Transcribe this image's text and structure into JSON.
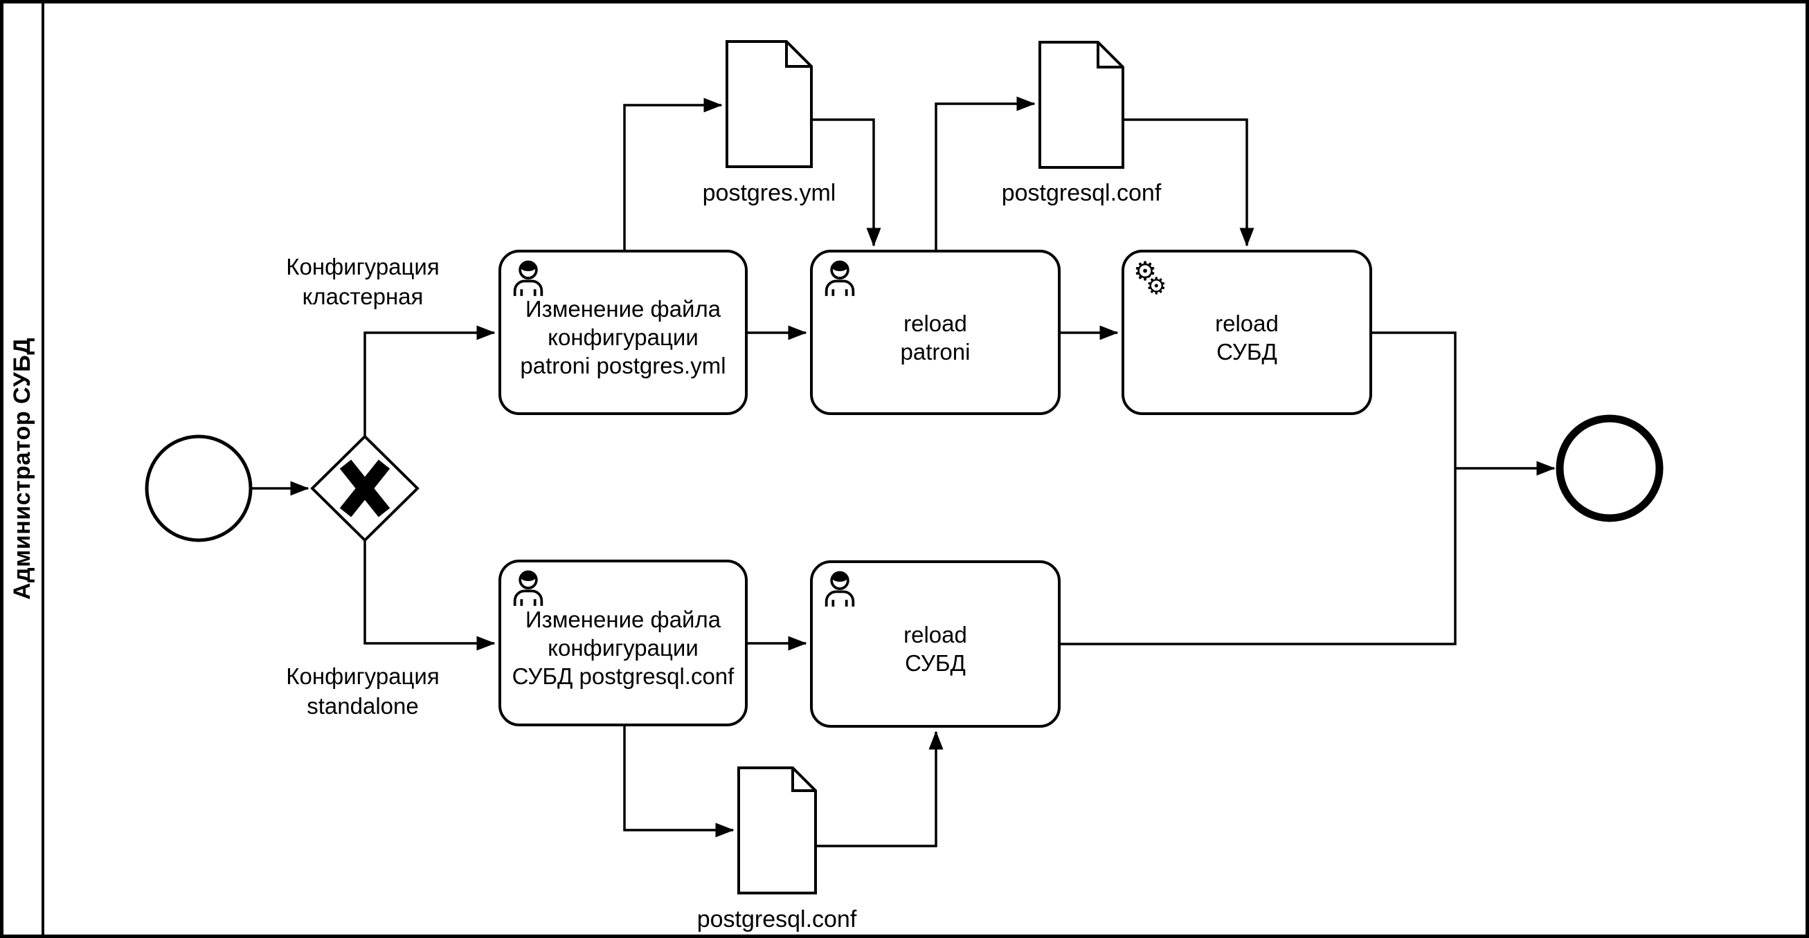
{
  "lane": {
    "label": "Администратор СУБД"
  },
  "events": {
    "start": {
      "kind": "start-event"
    },
    "end": {
      "kind": "end-event"
    }
  },
  "gateway": {
    "kind": "exclusive",
    "symbol": "X"
  },
  "branches": {
    "cluster": {
      "label": "Конфигурация\nкластерная"
    },
    "standalone": {
      "label": "Конфигурация\nstandalone"
    }
  },
  "tasks": {
    "edit_patroni_config": {
      "label": "Изменение файла\nконфигурации\npatroni postgres.yml",
      "icon": "user-icon"
    },
    "reload_patroni": {
      "label": "reload\npatroni",
      "icon": "user-icon"
    },
    "reload_dbms_cluster": {
      "label": "reload\nСУБД",
      "icon": "service-gears-icon"
    },
    "edit_dbms_config": {
      "label": "Изменение файла\nконфигурации\nСУБД postgresql.conf",
      "icon": "user-icon"
    },
    "reload_dbms_standalone": {
      "label": "reload\nСУБД",
      "icon": "user-icon"
    }
  },
  "data_objects": {
    "postgres_yml": {
      "label": "postgres.yml"
    },
    "postgresql_conf_cluster": {
      "label": "postgresql.conf"
    },
    "postgresql_conf_standalone": {
      "label": "postgresql.conf"
    }
  },
  "icons": {
    "gear_glyph": "⚙"
  },
  "colors": {
    "stroke": "#000000",
    "background": "#ffffff"
  }
}
